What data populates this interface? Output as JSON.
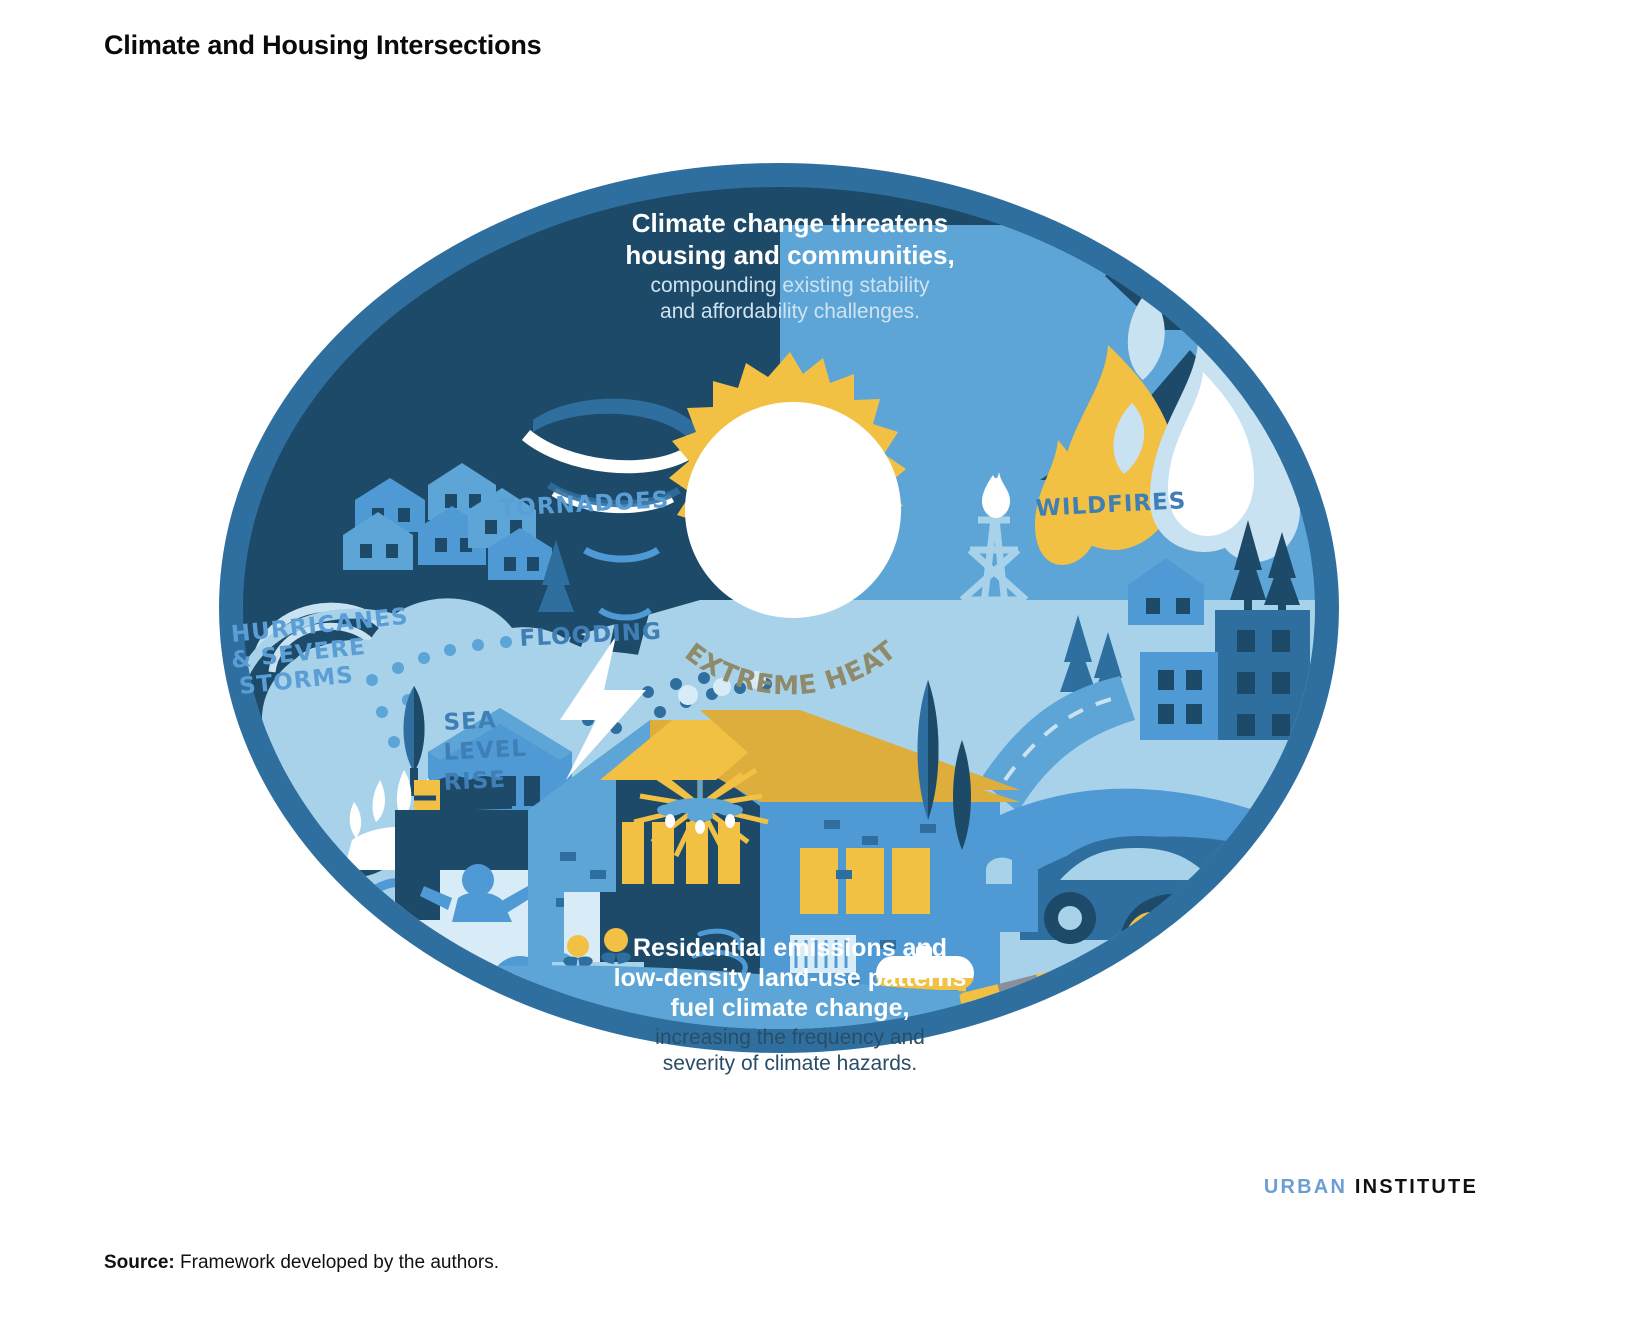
{
  "title": "Climate and Housing Intersections",
  "source": {
    "label": "Source:",
    "text": " Framework developed by the authors."
  },
  "logo": {
    "first": "URBAN",
    "second": "INSTITUTE"
  },
  "callouts": {
    "top": {
      "line1": "Climate change threatens",
      "line2": "housing and communities,",
      "line3": "compounding existing stability",
      "line4": "and affordability challenges."
    },
    "bottom": {
      "line1": "Residential emissions and",
      "line2": "low-density land-use patterns",
      "line3": "fuel climate change,",
      "line4": "increasing the frequency and",
      "line5": "severity of climate hazards."
    }
  },
  "hazard_labels": {
    "tornadoes": "TORNADOES",
    "wildfires": "WILDFIRES",
    "extreme_heat": "EXTREME HEAT",
    "flooding": "FLOODING",
    "hurricanes_1": "HURRICANES",
    "hurricanes_2": "& SEVERE",
    "hurricanes_3": "STORMS",
    "sea_level_1": "SEA",
    "sea_level_2": "LEVEL",
    "sea_level_3": "RISE"
  },
  "colors": {
    "navy": "#1c4a68",
    "navy_dark": "#143d58",
    "ring_blue": "#2f6f9f",
    "mid_blue": "#4f9ad4",
    "sky_blue": "#5ca5d6",
    "pale_blue": "#a8d2ea",
    "paler_blue": "#c8e2f2",
    "lightest_blue": "#e2f0f8",
    "yellow": "#f2c042",
    "yellow_dark": "#ddae3c",
    "white": "#ffffff",
    "label_blue": "#5b9ed6",
    "heat_label": "#8e8a6a",
    "text_body": "#2a4d66"
  }
}
